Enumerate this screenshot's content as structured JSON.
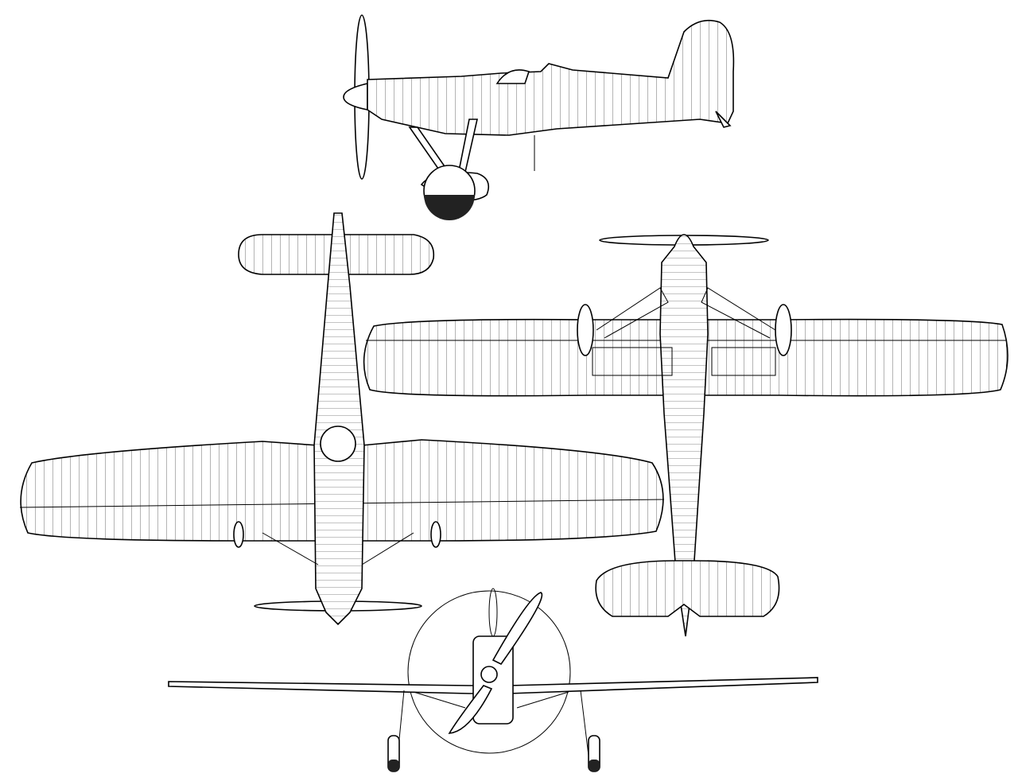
{
  "drawing": {
    "views": [
      "side-view",
      "top-view",
      "underside-view",
      "front-view"
    ],
    "colors": {
      "line": "#000000",
      "background": "#ffffff",
      "tire": "#222222"
    }
  }
}
